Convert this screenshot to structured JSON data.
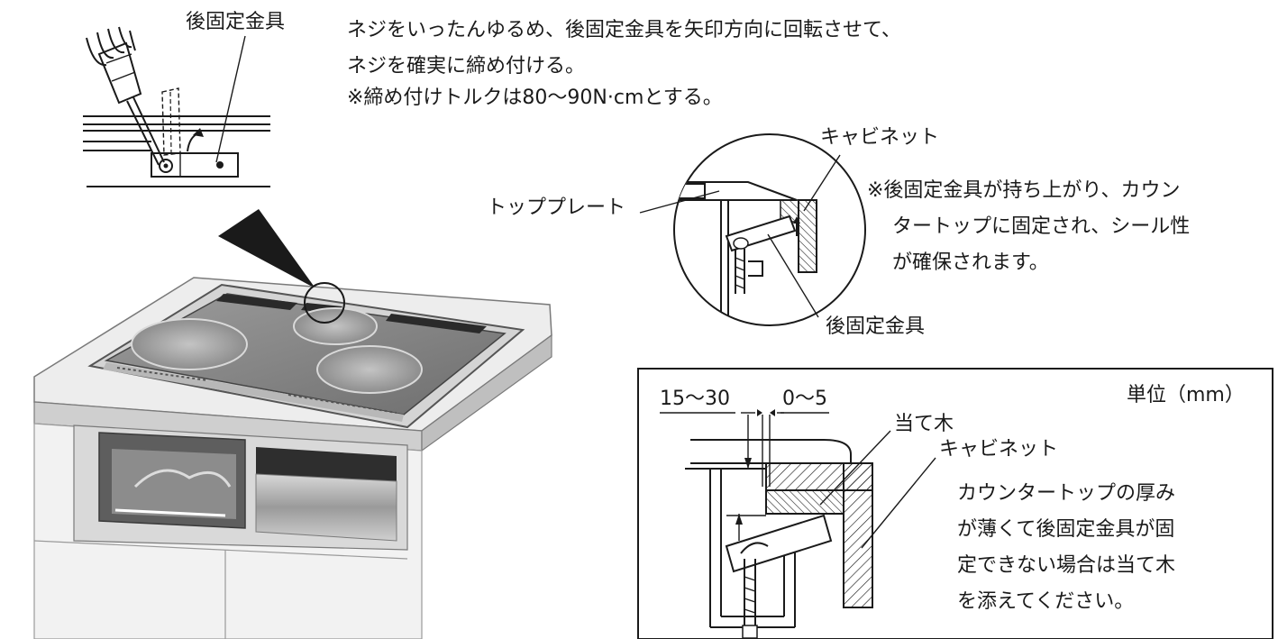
{
  "labels": {
    "rear_bracket_top": "後固定金具",
    "cabinet_circle": "キャビネット",
    "top_plate": "トッププレート",
    "rear_bracket_circle": "後固定金具",
    "wood_block": "当て木",
    "cabinet_box": "キャビネット"
  },
  "instructions": {
    "line1": "ネジをいったんゆるめ、後固定金具を矢印方向に回転させて、",
    "line2": "ネジを確実に締め付ける。",
    "line3": "※締め付けトルクは80〜90N·cmとする。"
  },
  "note": {
    "line1": "※後固定金具が持ち上がり、カウン",
    "line2": "タートップに固定され、シール性",
    "line3": "が確保されます。"
  },
  "box": {
    "unit": "単位（mm）",
    "dim_left": "15〜30",
    "dim_right": "0〜5",
    "desc_line1": "カウンタートップの厚み",
    "desc_line2": "が薄くて後固定金具が固",
    "desc_line3": "定できない場合は当て木",
    "desc_line4": "を添えてください。"
  },
  "colors": {
    "line": "#1a1a1a",
    "counter_face": "#e8e8e8",
    "cooktop_glass": "#8a8a8a",
    "steel": "#b0b0b0"
  }
}
